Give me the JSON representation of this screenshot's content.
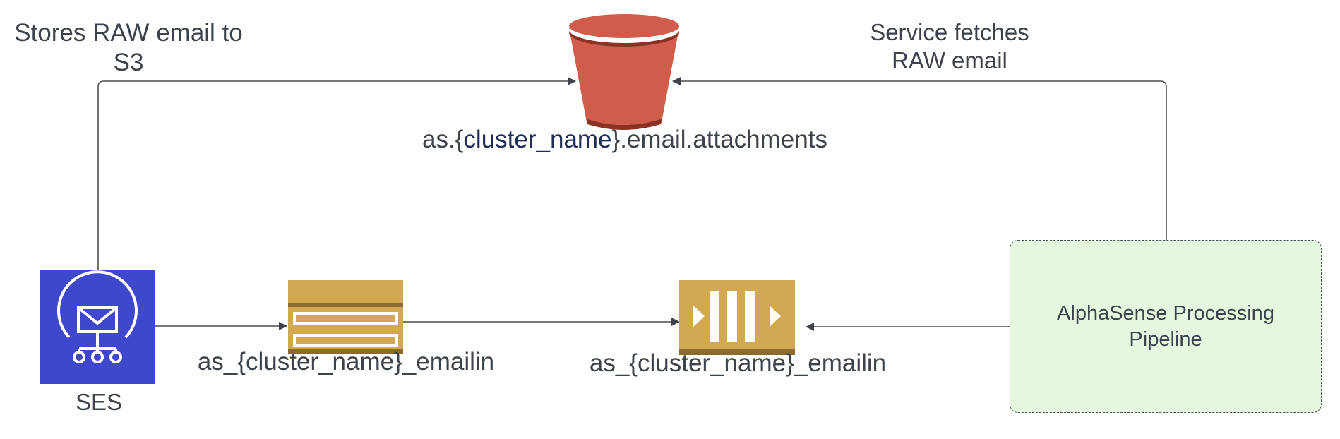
{
  "colors": {
    "ses": "#3f48cc",
    "s3": "#d05c4b",
    "s3_dark": "#8c3123",
    "sns": "#d2a853",
    "sns_dark": "#8a6b2d",
    "pipeline_fill": "#e6f7e0",
    "line": "#4b4f55"
  },
  "icons": {
    "ses": "ses-email-icon",
    "bucket": "s3-bucket-icon",
    "topic": "sns-topic-icon",
    "queue": "sqs-queue-icon"
  },
  "labels": {
    "store_edge": "Stores RAW email to S3",
    "fetch_edge": "Service fetches RAW email",
    "bucket_prefix": "as.{",
    "bucket_var": "cluster_name",
    "bucket_suffix": "}.email.attachments",
    "topic": "as_{cluster_name}_emailin",
    "queue": "as_{cluster_name}_emailin",
    "ses": "SES",
    "pipeline": "AlphaSense Processing Pipeline"
  }
}
